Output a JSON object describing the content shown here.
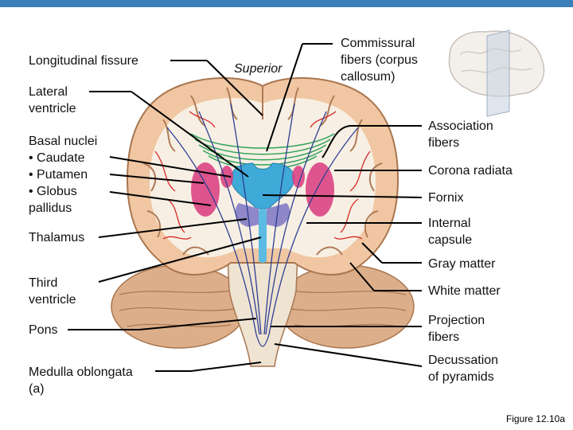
{
  "colors": {
    "top_bar": "#3a7fb8",
    "cortex": "#f0c7a2",
    "sulcus": "#b07a56",
    "white_matter": "#f7efe3",
    "commissural": "#2fa25a",
    "ventricle": "#3fa9d8",
    "nuclei": "#d9397f",
    "thalamus": "#8f87c8",
    "projection": "#2d3f93",
    "association": "#d62828",
    "cerebellum": "#dcaf8a"
  },
  "labels": {
    "longitudinal_fissure": "Longitudinal fissure",
    "superior": "Superior",
    "commissural_1": "Commissural",
    "commissural_2": "fibers (corpus",
    "commissural_3": "callosum)",
    "lateral_ventricle_1": "Lateral",
    "lateral_ventricle_2": "ventricle",
    "basal_nuclei": "Basal nuclei",
    "caudate": "• Caudate",
    "putamen": "• Putamen",
    "globus": "• Globus",
    "pallidus": "pallidus",
    "thalamus": "Thalamus",
    "third_ventricle_1": "Third",
    "third_ventricle_2": "ventricle",
    "pons": "Pons",
    "medulla_1": "Medulla oblongata",
    "medulla_2": "(a)",
    "association_1": "Association",
    "association_2": "fibers",
    "corona_radiata": "Corona radiata",
    "fornix": "Fornix",
    "internal_capsule_1": "Internal",
    "internal_capsule_2": "capsule",
    "gray_matter": "Gray matter",
    "white_matter": "White matter",
    "projection_1": "Projection",
    "projection_2": "fibers",
    "decussation_1": "Decussation",
    "decussation_2": "of pyramids"
  },
  "caption": "Figure 12.10a"
}
